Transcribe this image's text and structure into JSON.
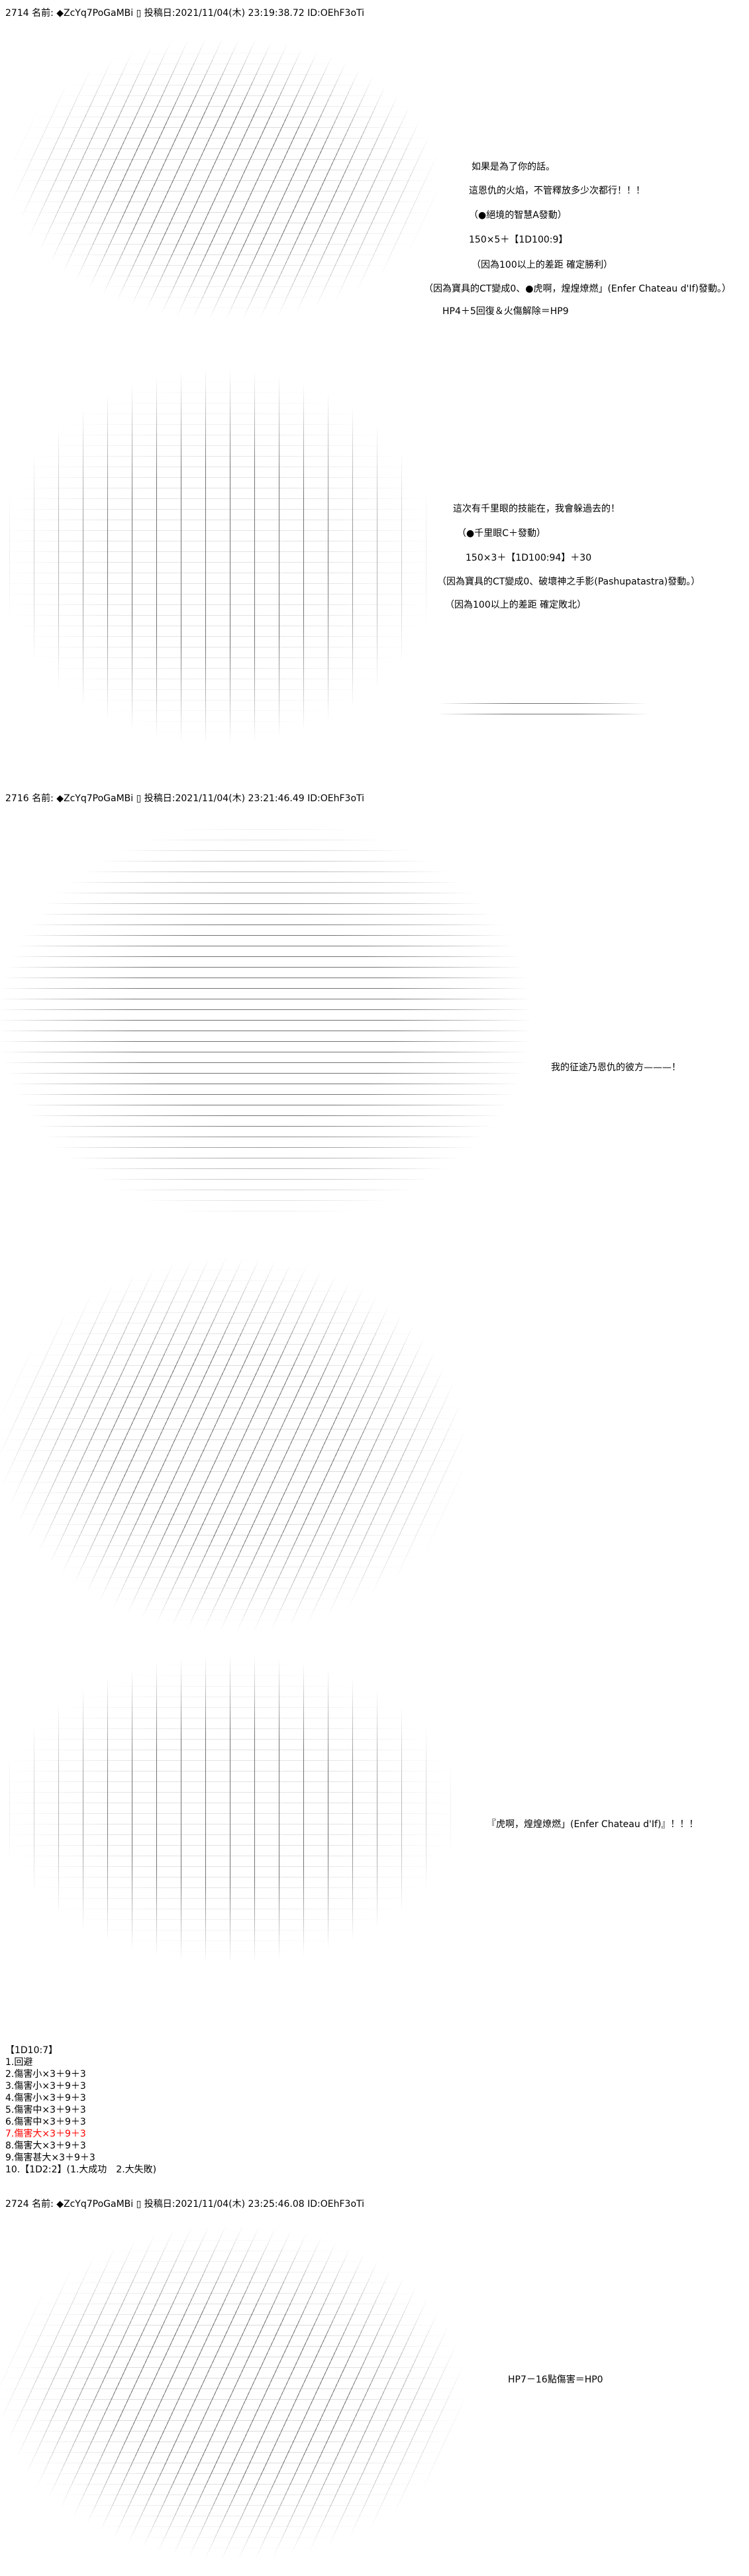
{
  "posts": [
    {
      "header": "2714 名前: ◆ZcYq7PoGaMBi ▯ 投稿日:2021/11/04(木) 23:19:38.72 ID:OEhF3oTi",
      "block1": [
        "如果是為了你的話。",
        "這恩仇的火焰，不管釋放多少次都行！！！",
        "（●絕境的智慧A發動）",
        "150×5＋【1D100:9】",
        "（因為100以上的差距 確定勝利）",
        "（因為寶具的CT變成0、●虎啊，煌煌燎燃」(Enfer Chateau d'If)發動。）",
        "HP4＋5回復＆火傷解除＝HP9"
      ],
      "block2": [
        "這次有千里眼的技能在，我會躲過去的！",
        "（●千里眼C＋發動）",
        "150×3＋【1D100:94】＋30",
        "（因為寶具的CT變成0、破壞神之手影(Pashupatastra)發動。）",
        "（因為100以上的差距 確定敗北）"
      ]
    },
    {
      "header": "2716 名前: ◆ZcYq7PoGaMBi ▯ 投稿日:2021/11/04(木) 23:21:46.49 ID:OEhF3oTi",
      "line1": "我的征途乃恩仇的彼方———！",
      "line2": "『虎啊，煌煌燎燃」(Enfer Chateau d'If)』！！！",
      "roll_list": [
        "【1D10:7】",
        "1.回避",
        "2.傷害小×3＋9＋3",
        "3.傷害小×3＋9＋3",
        "4.傷害小×3＋9＋3",
        "5.傷害中×3＋9＋3",
        "6.傷害中×3＋9＋3",
        "7.傷害大×3＋9＋3",
        "8.傷害大×3＋9＋3",
        "9.傷害甚大×3＋9＋3",
        "10.【1D2:2】(1.大成功　2.大失敗)"
      ],
      "highlight_color": "#ff0000"
    },
    {
      "header": "2724 名前: ◆ZcYq7PoGaMBi ▯ 投稿日:2021/11/04(木) 23:25:46.08 ID:OEhF3oTi",
      "line1": "HP7－16點傷害＝HP0"
    }
  ]
}
